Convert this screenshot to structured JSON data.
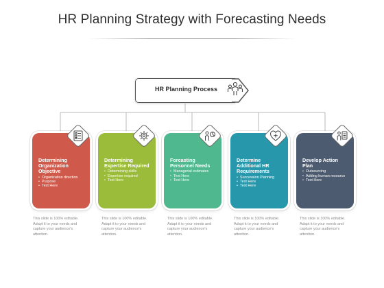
{
  "title": "HR Planning Strategy with Forecasting Needs",
  "hub": {
    "label": "HR Planning Process",
    "icon": "people-group-icon"
  },
  "columns": [
    {
      "title": "Determining Organization Objective",
      "bullets": [
        "Organization direction",
        "Purpose",
        "Text Here"
      ],
      "caption": "This slide is 100% editable. Adapt it to your needs and capture your audience's attention.",
      "color": "#cf5a4c",
      "icon": "checklist-icon"
    },
    {
      "title": "Determining Expertise Required",
      "bullets": [
        "Determining skills",
        "Expertise required",
        "Text Here"
      ],
      "caption": "This slide is 100% editable. Adapt it to your needs and capture your audience's attention.",
      "color": "#9bbb3a",
      "icon": "gear-head-icon"
    },
    {
      "title": "Forcasting Personnel Needs",
      "bullets": [
        "Managerial estimates",
        "Text Here",
        "Text Here"
      ],
      "caption": "This slide is 100% editable. Adapt it to your needs and capture your audience's attention.",
      "color": "#4fb88e",
      "icon": "person-chart-icon"
    },
    {
      "title": "Determine Additional HR Requirements",
      "bullets": [
        "Succession Planning",
        "Text Here",
        "Text Here"
      ],
      "caption": "This slide is 100% editable. Adapt it to your needs and capture your audience's attention.",
      "color": "#2798ab",
      "icon": "heart-plus-icon"
    },
    {
      "title": "Develop Action Plan",
      "bullets": [
        "Outsourcing",
        "Adding human resource",
        "Text Here"
      ],
      "caption": "This slide is 100% editable. Adapt it to your needs and capture your audience's attention.",
      "color": "#4d5b70",
      "icon": "person-clipboard-icon"
    }
  ]
}
